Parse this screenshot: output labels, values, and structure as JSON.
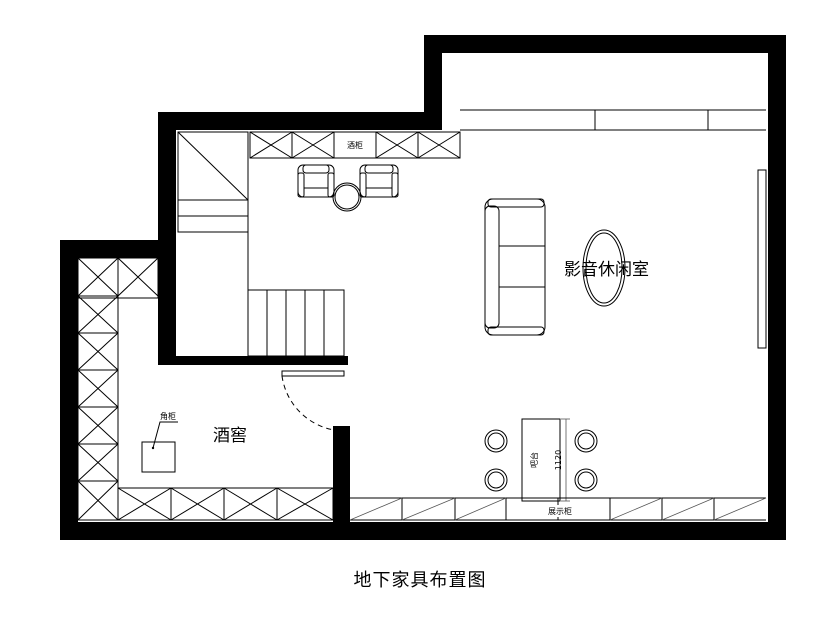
{
  "diagram": {
    "title": "地下家具布置图",
    "rooms": {
      "theater": "影音休闲室",
      "wine_cellar": "酒窖"
    },
    "annotations": {
      "wine_cabinet": "酒柜",
      "corner_cabinet": "角柜",
      "bar_counter": "吧台",
      "bar_dimension": "1120",
      "display_cabinet": "展示柜"
    }
  }
}
